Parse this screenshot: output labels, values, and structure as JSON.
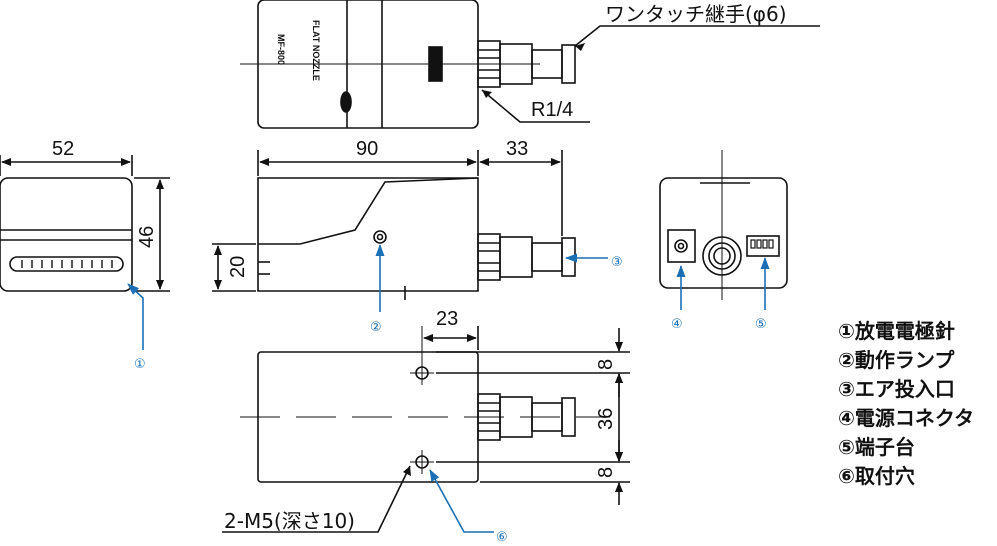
{
  "top_view": {
    "label_fitting": "ワンタッチ継手(φ6)",
    "label_thread": "R1/4",
    "nameplate": [
      "FLAT NOZZLE",
      "MF-800"
    ]
  },
  "dimensions": {
    "width_left": "52",
    "height_left": "46",
    "length_body": "90",
    "length_fitting": "33",
    "height_step": "20",
    "hole_offset": "23",
    "pitch_top": "8",
    "pitch_mid": "36",
    "pitch_bottom": "8",
    "hole_spec": "2-M5(深さ10)"
  },
  "callouts": {
    "c1": "①",
    "c2": "②",
    "c3": "③",
    "c4": "④",
    "c5": "⑤",
    "c6": "⑥"
  },
  "legend": [
    "①放電電極針",
    "②動作ランプ",
    "③エア投入口",
    "④電源コネクタ",
    "⑤端子台",
    "⑥取付穴"
  ],
  "colors": {
    "line": "#111111",
    "leader": "#1a6fb5"
  }
}
